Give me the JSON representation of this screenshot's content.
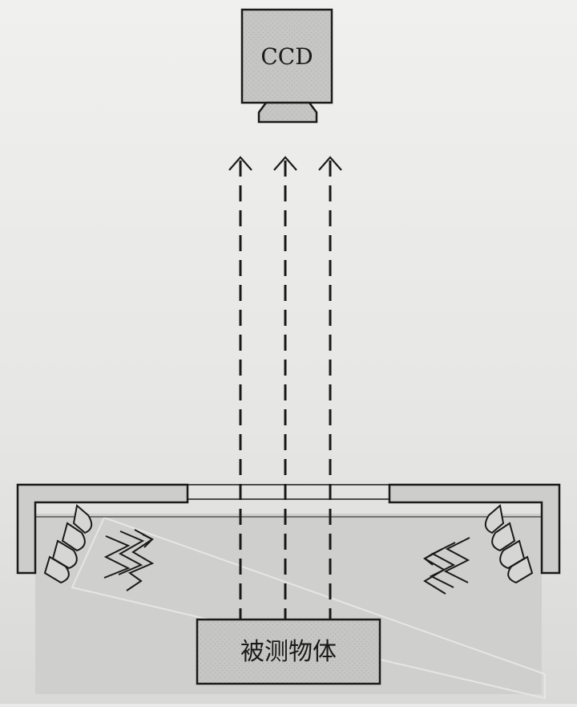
{
  "camera": {
    "label": "CCD"
  },
  "object": {
    "label": "被测物体"
  },
  "colors": {
    "background": "#ebebe9",
    "ink": "#1a1a1a",
    "fill_gray": "#c4c4c2",
    "shadow_gray": "#cfcfcd"
  },
  "icons": [
    "camera-box",
    "light-arrow",
    "led-array",
    "light-ray-squiggle"
  ]
}
